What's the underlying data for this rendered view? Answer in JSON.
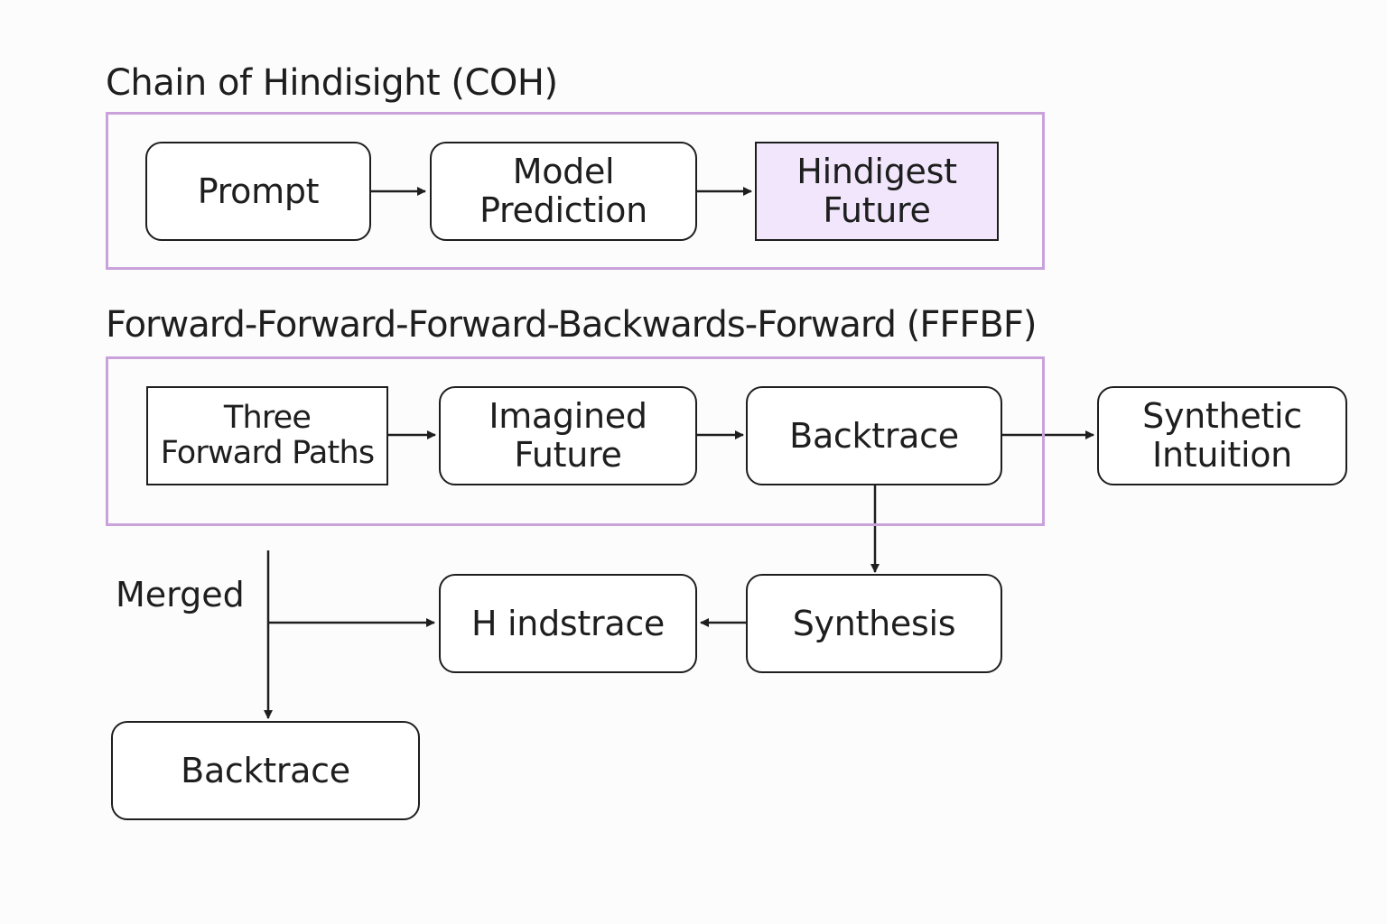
{
  "sections": {
    "coh": {
      "title": "Chain of Hindisight (COH)",
      "nodes": {
        "prompt": "Prompt",
        "model_prediction": [
          "Model",
          "Prediction"
        ],
        "hindigest_future": [
          "Hindigest",
          "Future"
        ]
      }
    },
    "fffbf": {
      "title": "Forward-Forward-Forward-Backwards-Forward (FFFBF)",
      "nodes": {
        "three_forward_paths": [
          "Three",
          "Forward Paths"
        ],
        "imagined_future": [
          "Imagined",
          "Future"
        ],
        "backtrace": "Backtrace",
        "synthetic_intuition": [
          "Synthetic",
          "Intuition"
        ]
      }
    }
  },
  "lower": {
    "merged_label": "Merged",
    "hindstrace": "H indstrace",
    "synthesis": "Synthesis",
    "backtrace": "Backtrace"
  },
  "colors": {
    "frame": "#c9a2dc",
    "highlight_fill": "#f1e6fb",
    "stroke": "#1e1e1e"
  }
}
